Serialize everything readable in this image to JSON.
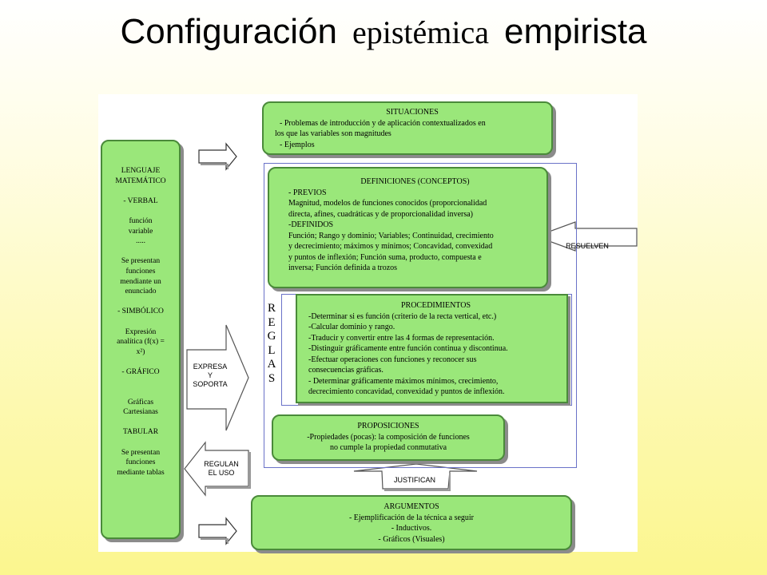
{
  "title": {
    "part1": "Configuración",
    "part2": "epistémica",
    "part3": "empirista"
  },
  "lenguaje": {
    "lines": [
      "LENGUAJE",
      "MATEMÁTICO",
      "",
      "- VERBAL",
      "",
      "función",
      "variable",
      ".....",
      "",
      "Se presentan",
      "funciones",
      "mendiante un",
      "enunciado",
      "",
      "- SIMBÓLICO",
      "",
      "Expresión",
      "analítica (f(x) =",
      "x²)",
      "",
      "- GRÁFICO",
      "",
      "",
      "Gráficas",
      "Cartesianas",
      "",
      "TABULAR",
      "",
      "Se presentan",
      "funciones",
      "mediante tablas"
    ]
  },
  "situaciones": {
    "header": "SITUACIONES",
    "lines": [
      "- Problemas de introducción y de aplicación contextualizados en",
      "los que las variables son magnitudes",
      "- Ejemplos"
    ]
  },
  "definiciones": {
    "header": "DEFINICIONES (CONCEPTOS)",
    "lines": [
      "- PREVIOS",
      "Magnitud, modelos de funciones conocidos (proporcionalidad",
      "directa, afines, cuadráticas y de proporcionalidad inversa)",
      "-DEFINIDOS",
      "Función; Rango y dominio; Variables; Continuidad, crecimiento",
      "y decrecimiento; máximos y mínimos; Concavidad, convexidad",
      "y puntos de inflexión; Función suma, producto, compuesta e",
      "inversa; Función definida a trozos"
    ]
  },
  "procedimientos": {
    "header": "PROCEDIMIENTOS",
    "lines": [
      "-Determinar si es función (criterio de la recta vertical, etc.)",
      "-Calcular dominio y rango.",
      "-Traducir y convertir entre las 4 formas de representación.",
      "-Distinguir gráficamente entre función continua y discontinua.",
      "-Efectuar operaciones con funciones y reconocer sus",
      "consecuencias gráficas.",
      "- Determinar gráficamente máximos mínimos, crecimiento,",
      "decrecimiento concavidad, convexidad y puntos de inflexión."
    ]
  },
  "proposiciones": {
    "header": "PROPOSICIONES",
    "lines": [
      "-Propiedades (pocas): la composición de funciones",
      "no cumple la propiedad conmutativa"
    ]
  },
  "argumentos": {
    "header": "ARGUMENTOS",
    "lines": [
      "- Ejemplificación de la técnica a seguir",
      "- Inductivos.",
      "- Gráficos (Visuales)"
    ]
  },
  "reglas": [
    "R",
    "E",
    "G",
    "L",
    "A",
    "S"
  ],
  "arrows": {
    "expresa": [
      "EXPRESA",
      "Y",
      "SOPORTA"
    ],
    "regulan": [
      "REGULAN",
      "EL USO"
    ],
    "resuelven": "RESUELVEN",
    "justifican": "JUSTIFICAN"
  },
  "colors": {
    "box_fill": "#9ae77a",
    "box_border": "#4a8a3a",
    "frame": "#6a72c8",
    "shadow": "#8b8b8b"
  }
}
